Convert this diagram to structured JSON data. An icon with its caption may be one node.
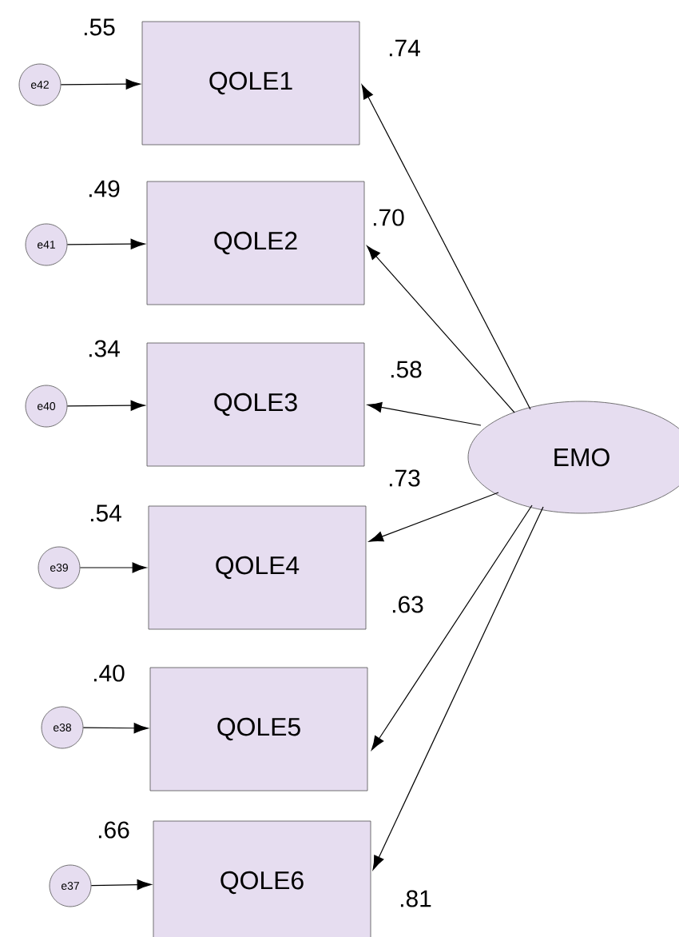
{
  "diagram": {
    "nodes": [
      {
        "text": [
          "e42"
        ]
      },
      {
        "text": [
          "QOLE1"
        ],
        "beside": [
          ".55"
        ]
      },
      {
        "text": [
          "e41"
        ]
      },
      {
        "text": [
          "QOLE2"
        ],
        "beside": [
          ".49"
        ]
      },
      {
        "text": [
          "e40"
        ]
      },
      {
        "text": [
          "QOLE3"
        ],
        "beside": [
          ".34"
        ]
      },
      {
        "text": [
          "e39"
        ]
      },
      {
        "text": [
          "QOLE4"
        ],
        "beside": [
          ".54"
        ]
      },
      {
        "text": [
          "e38"
        ]
      },
      {
        "text": [
          "QOLE5"
        ],
        "beside": [
          ".40"
        ]
      },
      {
        "text": [
          "e37"
        ]
      },
      {
        "text": [
          "QOLE6"
        ],
        "beside": [
          ".66"
        ]
      },
      {
        "text": [
          "EMO"
        ]
      }
    ],
    "edges": [
      {
        "from": 0,
        "to": 1,
        "arrow": "to"
      },
      {
        "from": 2,
        "to": 3,
        "arrow": "to"
      },
      {
        "from": 4,
        "to": 5,
        "arrow": "to"
      },
      {
        "from": 6,
        "to": 7,
        "arrow": "to"
      },
      {
        "from": 8,
        "to": 9,
        "arrow": "to"
      },
      {
        "from": 10,
        "to": 11,
        "arrow": "to"
      },
      {
        "from": 12,
        "to": 1,
        "arrow": "to",
        "label": ".74"
      },
      {
        "from": 12,
        "to": 3,
        "arrow": "to",
        "label": ".70"
      },
      {
        "from": 12,
        "to": 5,
        "arrow": "to",
        "label": ".58"
      },
      {
        "from": 12,
        "to": 7,
        "arrow": "to",
        "label": ".73"
      },
      {
        "from": 12,
        "to": 9,
        "arrow": "to",
        "label": ".63"
      },
      {
        "from": 12,
        "to": 11,
        "arrow": "to",
        "label": ".81"
      }
    ]
  }
}
